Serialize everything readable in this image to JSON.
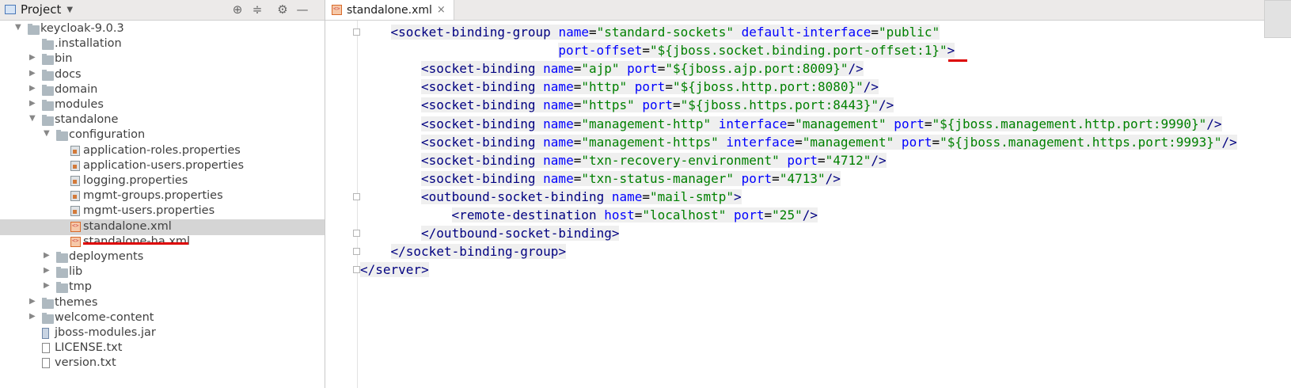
{
  "project_panel": {
    "title": "Project",
    "toolbar_icons": [
      "locate-icon",
      "collapse-all-icon",
      "gear-icon",
      "hide-icon"
    ],
    "tree": [
      {
        "label": "keycloak-9.0.3",
        "icon": "folder",
        "depth": 2,
        "expanded": true
      },
      {
        "label": ".installation",
        "icon": "folder",
        "depth": 3
      },
      {
        "label": "bin",
        "icon": "folder",
        "depth": 3,
        "expandable": true
      },
      {
        "label": "docs",
        "icon": "folder",
        "depth": 3,
        "expandable": true
      },
      {
        "label": "domain",
        "icon": "folder",
        "depth": 3,
        "expandable": true
      },
      {
        "label": "modules",
        "icon": "folder",
        "depth": 3,
        "expandable": true
      },
      {
        "label": "standalone",
        "icon": "folder",
        "depth": 3,
        "expanded": true
      },
      {
        "label": "configuration",
        "icon": "folder",
        "depth": 4,
        "expanded": true
      },
      {
        "label": "application-roles.properties",
        "icon": "properties",
        "depth": 5
      },
      {
        "label": "application-users.properties",
        "icon": "properties",
        "depth": 5
      },
      {
        "label": "logging.properties",
        "icon": "properties",
        "depth": 5
      },
      {
        "label": "mgmt-groups.properties",
        "icon": "properties",
        "depth": 5
      },
      {
        "label": "mgmt-users.properties",
        "icon": "properties",
        "depth": 5
      },
      {
        "label": "standalone.xml",
        "icon": "xml",
        "depth": 5,
        "selected": true
      },
      {
        "label": "standalone-ha.xml",
        "icon": "xml",
        "depth": 5
      },
      {
        "label": "deployments",
        "icon": "folder",
        "depth": 4,
        "expandable": true
      },
      {
        "label": "lib",
        "icon": "folder",
        "depth": 4,
        "expandable": true
      },
      {
        "label": "tmp",
        "icon": "folder",
        "depth": 4,
        "expandable": true
      },
      {
        "label": "themes",
        "icon": "folder",
        "depth": 3,
        "expandable": true
      },
      {
        "label": "welcome-content",
        "icon": "folder",
        "depth": 3,
        "expandable": true
      },
      {
        "label": "jboss-modules.jar",
        "icon": "jar",
        "depth": 3
      },
      {
        "label": "LICENSE.txt",
        "icon": "txt",
        "depth": 3
      },
      {
        "label": "version.txt",
        "icon": "txt",
        "depth": 3
      }
    ]
  },
  "editor": {
    "tab_label": "standalone.xml",
    "tab_close": "×",
    "lines": [
      {
        "indent": 8,
        "fold": true,
        "hl": true,
        "parts": [
          [
            "tag",
            "<socket-binding-group"
          ],
          [
            "att",
            " name"
          ],
          [
            "pun",
            "="
          ],
          [
            "val",
            "\"standard-sockets\""
          ],
          [
            "att",
            " default-interface"
          ],
          [
            "pun",
            "="
          ],
          [
            "val",
            "\"public\""
          ]
        ]
      },
      {
        "indent": 52,
        "hl": true,
        "parts": [
          [
            "att",
            "port-offset"
          ],
          [
            "pun",
            "="
          ],
          [
            "val",
            "\"${jboss.socket.binding.port-offset:1}\""
          ],
          [
            "tag",
            ">"
          ]
        ]
      },
      {
        "indent": 16,
        "hl": true,
        "parts": [
          [
            "tag",
            "<socket-binding"
          ],
          [
            "att",
            " name"
          ],
          [
            "pun",
            "="
          ],
          [
            "val",
            "\"ajp\""
          ],
          [
            "att",
            " port"
          ],
          [
            "pun",
            "="
          ],
          [
            "val",
            "\"${jboss.ajp.port:8009}\""
          ],
          [
            "tag",
            "/>"
          ]
        ]
      },
      {
        "indent": 16,
        "hl": true,
        "parts": [
          [
            "tag",
            "<socket-binding"
          ],
          [
            "att",
            " name"
          ],
          [
            "pun",
            "="
          ],
          [
            "val",
            "\"http\""
          ],
          [
            "att",
            " port"
          ],
          [
            "pun",
            "="
          ],
          [
            "val",
            "\"${jboss.http.port:8080}\""
          ],
          [
            "tag",
            "/>"
          ]
        ]
      },
      {
        "indent": 16,
        "hl": true,
        "parts": [
          [
            "tag",
            "<socket-binding"
          ],
          [
            "att",
            " name"
          ],
          [
            "pun",
            "="
          ],
          [
            "val",
            "\"https\""
          ],
          [
            "att",
            " port"
          ],
          [
            "pun",
            "="
          ],
          [
            "val",
            "\"${jboss.https.port:8443}\""
          ],
          [
            "tag",
            "/>"
          ]
        ]
      },
      {
        "indent": 16,
        "hl": true,
        "parts": [
          [
            "tag",
            "<socket-binding"
          ],
          [
            "att",
            " name"
          ],
          [
            "pun",
            "="
          ],
          [
            "val",
            "\"management-http\""
          ],
          [
            "att",
            " interface"
          ],
          [
            "pun",
            "="
          ],
          [
            "val",
            "\"management\""
          ],
          [
            "att",
            " port"
          ],
          [
            "pun",
            "="
          ],
          [
            "val",
            "\"${jboss.management.http.port:9990}\""
          ],
          [
            "tag",
            "/>"
          ]
        ]
      },
      {
        "indent": 16,
        "hl": true,
        "parts": [
          [
            "tag",
            "<socket-binding"
          ],
          [
            "att",
            " name"
          ],
          [
            "pun",
            "="
          ],
          [
            "val",
            "\"management-https\""
          ],
          [
            "att",
            " interface"
          ],
          [
            "pun",
            "="
          ],
          [
            "val",
            "\"management\""
          ],
          [
            "att",
            " port"
          ],
          [
            "pun",
            "="
          ],
          [
            "val",
            "\"${jboss.management.https.port:9993}\""
          ],
          [
            "tag",
            "/>"
          ]
        ]
      },
      {
        "indent": 16,
        "hl": true,
        "parts": [
          [
            "tag",
            "<socket-binding"
          ],
          [
            "att",
            " name"
          ],
          [
            "pun",
            "="
          ],
          [
            "val",
            "\"txn-recovery-environment\""
          ],
          [
            "att",
            " port"
          ],
          [
            "pun",
            "="
          ],
          [
            "val",
            "\"4712\""
          ],
          [
            "tag",
            "/>"
          ]
        ]
      },
      {
        "indent": 16,
        "hl": true,
        "parts": [
          [
            "tag",
            "<socket-binding"
          ],
          [
            "att",
            " name"
          ],
          [
            "pun",
            "="
          ],
          [
            "val",
            "\"txn-status-manager\""
          ],
          [
            "att",
            " port"
          ],
          [
            "pun",
            "="
          ],
          [
            "val",
            "\"4713\""
          ],
          [
            "tag",
            "/>"
          ]
        ]
      },
      {
        "indent": 16,
        "fold": true,
        "hl": true,
        "parts": [
          [
            "tag",
            "<outbound-socket-binding"
          ],
          [
            "att",
            " name"
          ],
          [
            "pun",
            "="
          ],
          [
            "val",
            "\"mail-smtp\""
          ],
          [
            "tag",
            ">"
          ]
        ]
      },
      {
        "indent": 24,
        "hl": true,
        "parts": [
          [
            "tag",
            "<remote-destination"
          ],
          [
            "att",
            " host"
          ],
          [
            "pun",
            "="
          ],
          [
            "val",
            "\"localhost\""
          ],
          [
            "att",
            " port"
          ],
          [
            "pun",
            "="
          ],
          [
            "val",
            "\"25\""
          ],
          [
            "tag",
            "/>"
          ]
        ]
      },
      {
        "indent": 16,
        "fold": true,
        "hl": true,
        "parts": [
          [
            "tag",
            "</outbound-socket-binding>"
          ]
        ]
      },
      {
        "indent": 8,
        "fold": true,
        "hl": true,
        "parts": [
          [
            "tag",
            "</socket-binding-group>"
          ]
        ]
      },
      {
        "indent": 0,
        "fold": true,
        "hl": true,
        "parts": [
          [
            "tag",
            "</server>"
          ]
        ]
      }
    ]
  },
  "colors": {
    "annotation_red": "#dd0000",
    "tag": "#000080",
    "attribute": "#0000ff",
    "value": "#008000",
    "selection": "#d5d5d5"
  }
}
